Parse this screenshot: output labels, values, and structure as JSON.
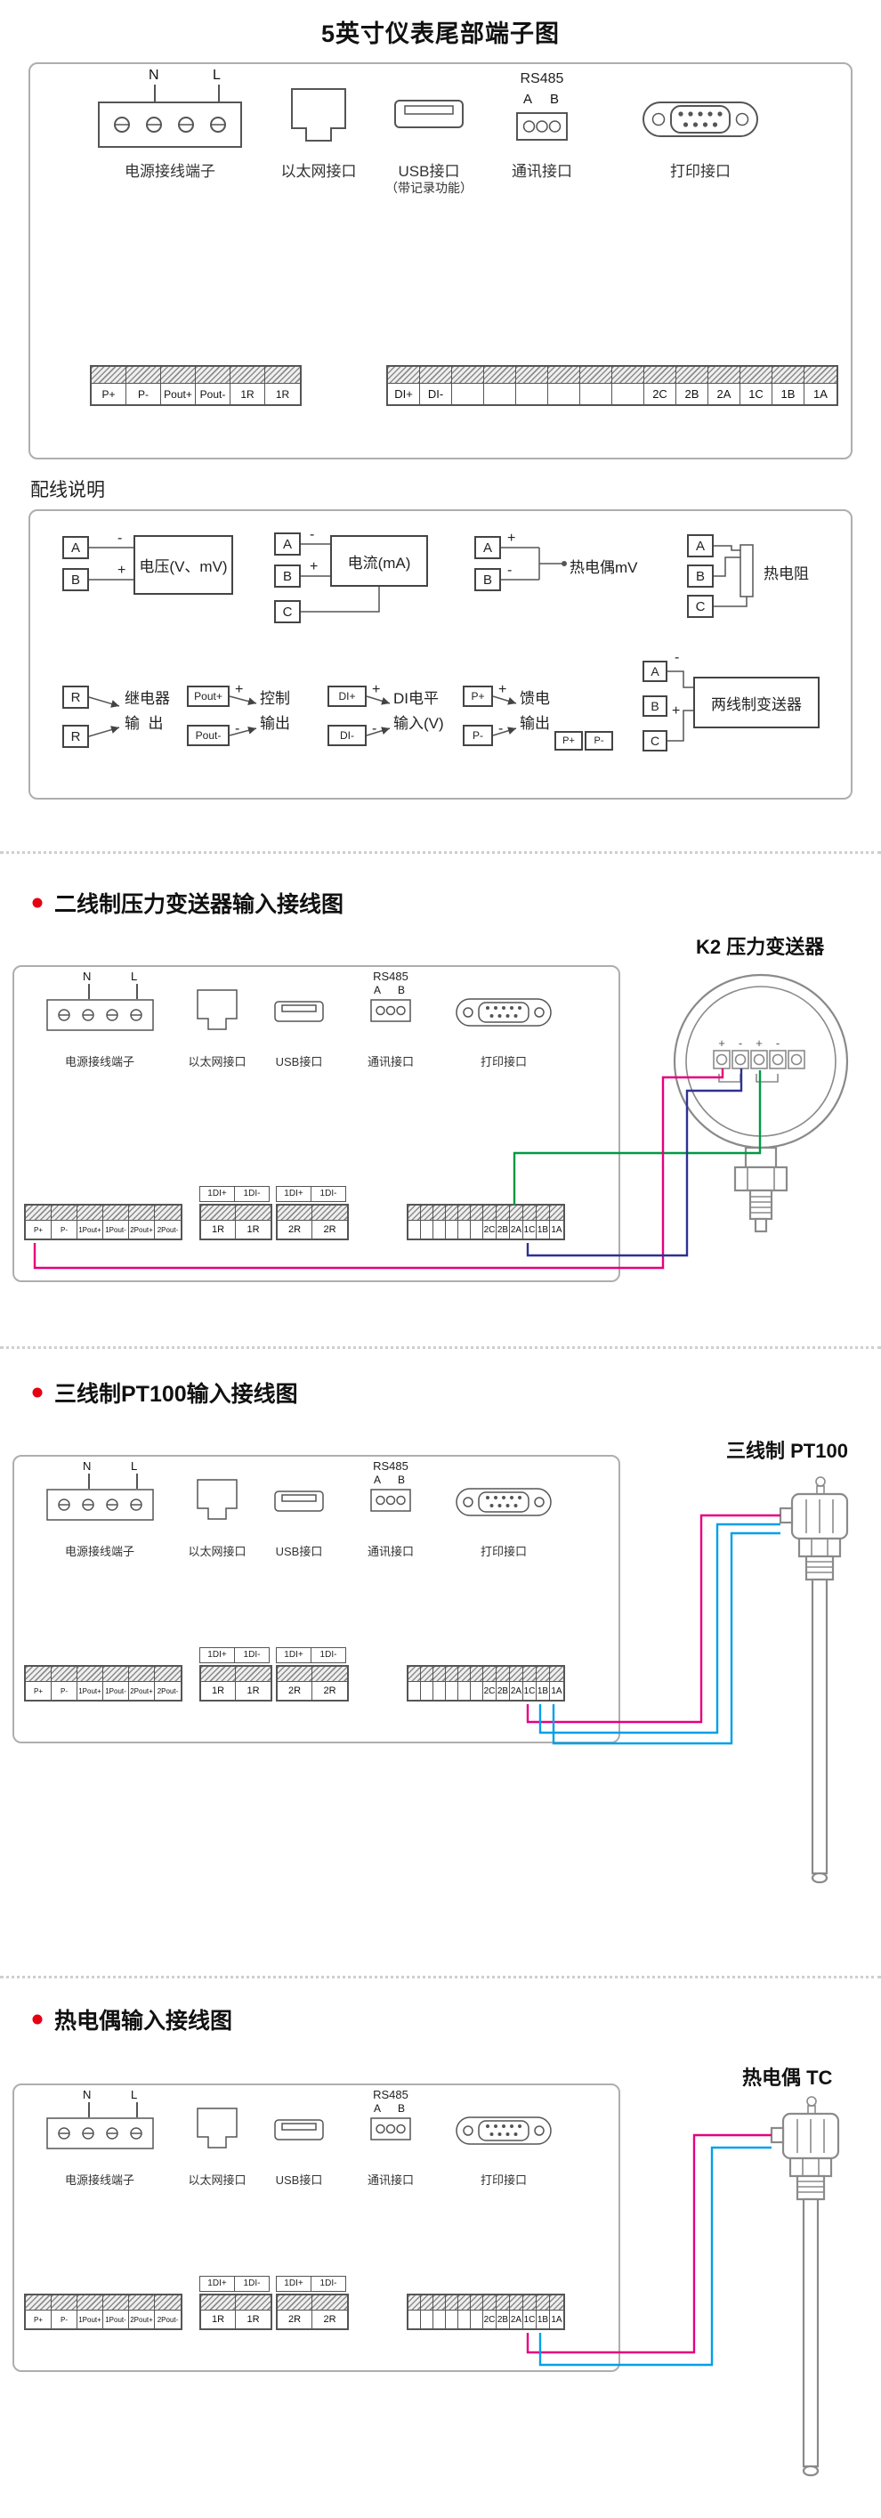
{
  "page": {
    "title": "5英寸仪表尾部端子图"
  },
  "headings": {
    "notes": "配线说明",
    "s2": "二线制压力变送器输入接线图",
    "s3": "三线制PT100输入接线图",
    "s4": "热电偶输入接线图"
  },
  "device_labels": {
    "s2": "K2 压力变送器",
    "s3": "三线制 PT100",
    "s4": "热电偶 TC"
  },
  "ports": {
    "power": {
      "label": "电源接线端子",
      "n": "N",
      "l": "L"
    },
    "ethernet": {
      "label": "以太网接口"
    },
    "usb": {
      "label": "USB接口",
      "sub": "（带记录功能）"
    },
    "rs485": {
      "title": "RS485",
      "a": "A",
      "b": "B",
      "label": "通讯接口"
    },
    "printer": {
      "label": "打印接口"
    }
  },
  "panel_large": {
    "left_strip": [
      "P+",
      "P-",
      "Pout+",
      "Pout-",
      "1R",
      "1R"
    ],
    "right_strip": [
      "DI+",
      "DI-",
      "",
      "",
      "",
      "",
      "",
      "",
      "2C",
      "2B",
      "2A",
      "1C",
      "1B",
      "1A"
    ]
  },
  "panel_small": {
    "left_strip": [
      "P+",
      "P-",
      "1Pout+",
      "1Pout-",
      "2Pout+",
      "2Pout-"
    ],
    "di1_header": [
      "1DI+",
      "1DI-"
    ],
    "di1_cells": [
      "1R",
      "1R"
    ],
    "di2_header": [
      "1DI+",
      "1DI-"
    ],
    "di2_cells": [
      "2R",
      "2R"
    ],
    "right_strip": [
      "2C",
      "2B",
      "2A",
      "1C",
      "1B",
      "1A"
    ]
  },
  "notes": {
    "voltage": {
      "t1": "A",
      "t2": "B",
      "s1": "-",
      "s2": "+",
      "label": "电压(V、mV)"
    },
    "current": {
      "t1": "A",
      "t2": "B",
      "t3": "C",
      "s1": "-",
      "s2": "+",
      "label": "电流(mA)"
    },
    "tc": {
      "t1": "A",
      "t2": "B",
      "s1": "+",
      "s2": "-",
      "label": "热电偶mV"
    },
    "rtd": {
      "t1": "A",
      "t2": "B",
      "t3": "C",
      "label": "热电阻"
    },
    "relay": {
      "t1": "R",
      "t2": "R",
      "label1": "继电器",
      "label2": "输  出"
    },
    "ctrl": {
      "t1": "Pout+",
      "t2": "Pout-",
      "s1": "+",
      "s2": "-",
      "label1": "控制",
      "label2": "输出"
    },
    "di": {
      "t1": "DI+",
      "t2": "DI-",
      "s1": "+",
      "s2": "-",
      "label1": "DI电平",
      "label2": "输入(V)"
    },
    "feed": {
      "t1": "P+",
      "t2": "P-",
      "s1": "+",
      "s2": "-",
      "label1": "馈电",
      "label2": "输出"
    },
    "twowire": {
      "t1": "A",
      "t2": "B",
      "t3": "C",
      "p1": "P+",
      "p2": "P-",
      "s1": "-",
      "s2": "+",
      "label": "两线制变送器"
    }
  },
  "transmitter_signs": [
    "+",
    "-",
    "+",
    "-"
  ],
  "colors": {
    "bullet_red": "#e60012",
    "wire_pink": "#e6007e",
    "wire_blue": "#2e3192",
    "wire_cyan": "#00a0e9",
    "wire_green": "#009944"
  }
}
